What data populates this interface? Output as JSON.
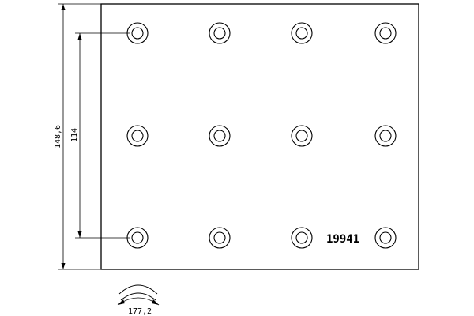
{
  "drawing": {
    "part_number": "19941",
    "dimensions": {
      "overall_height": "148,6",
      "hole_spacing": "114",
      "arc_width": "177,2"
    },
    "holes": {
      "rows": 3,
      "columns": 4
    },
    "colors": {
      "line": "#000000",
      "background": "#ffffff"
    }
  }
}
